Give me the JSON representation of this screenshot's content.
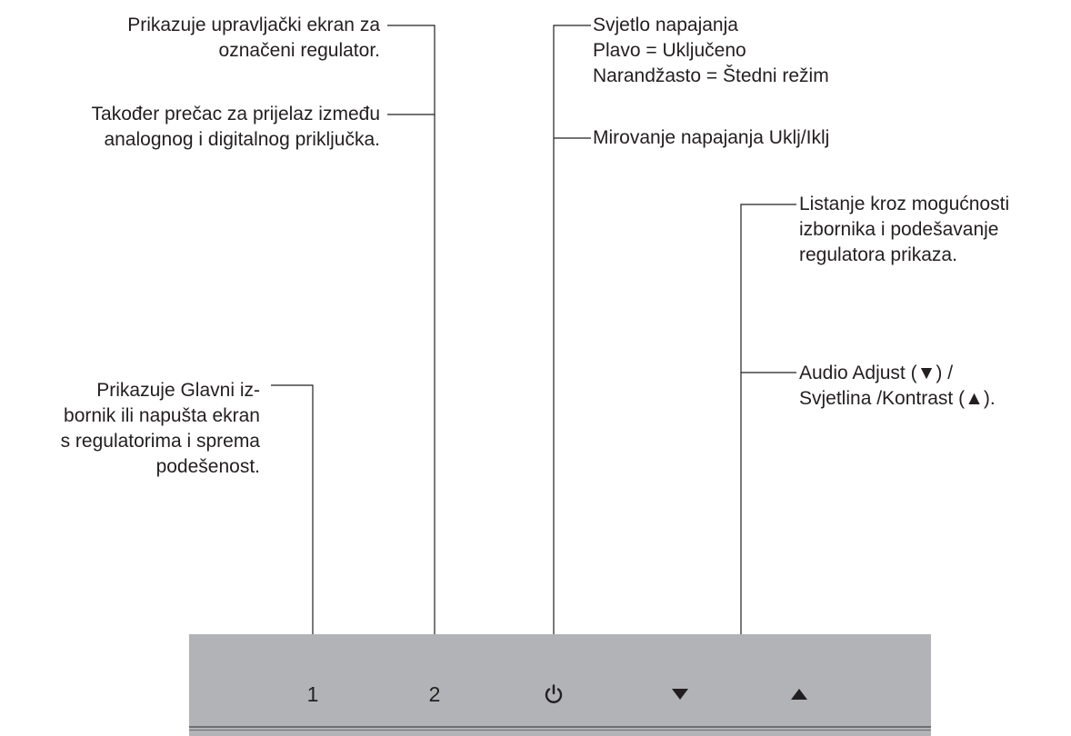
{
  "labels": {
    "osd_control": [
      "Prikazuje upravljački ekran  za",
      "označeni regulator."
    ],
    "input_shortcut": [
      "Također prečac za prijelaz između",
      "analognog i digitalnog priključka."
    ],
    "main_menu": [
      "Prikazuje Glavni iz-",
      "bornik ili napušta ekran",
      "s regulatorima i sprema",
      "podešenost."
    ],
    "power_light": [
      "Svjetlo napajanja",
      "Plavo = Uključeno",
      "Narandžasto = Štedni režim"
    ],
    "power_standby": [
      "Mirovanje napajanja Uklj/Iklj"
    ],
    "scroll_adjust": [
      "Listanje kroz mogućnosti",
      "izbornika i podešavanje",
      "regulatora prikaza."
    ],
    "audio_brightness": [
      "Audio Adjust (▼) /",
      "Svjetlina /Kontrast (▲)."
    ]
  },
  "panel": {
    "button_1": "1",
    "button_2": "2",
    "power_icon": "power-icon",
    "down_icon": "down-arrow-icon",
    "up_icon": "up-arrow-icon"
  },
  "colors": {
    "panel": "#b1b3b6",
    "rail": "#6d6e71",
    "text": "#231f20"
  }
}
